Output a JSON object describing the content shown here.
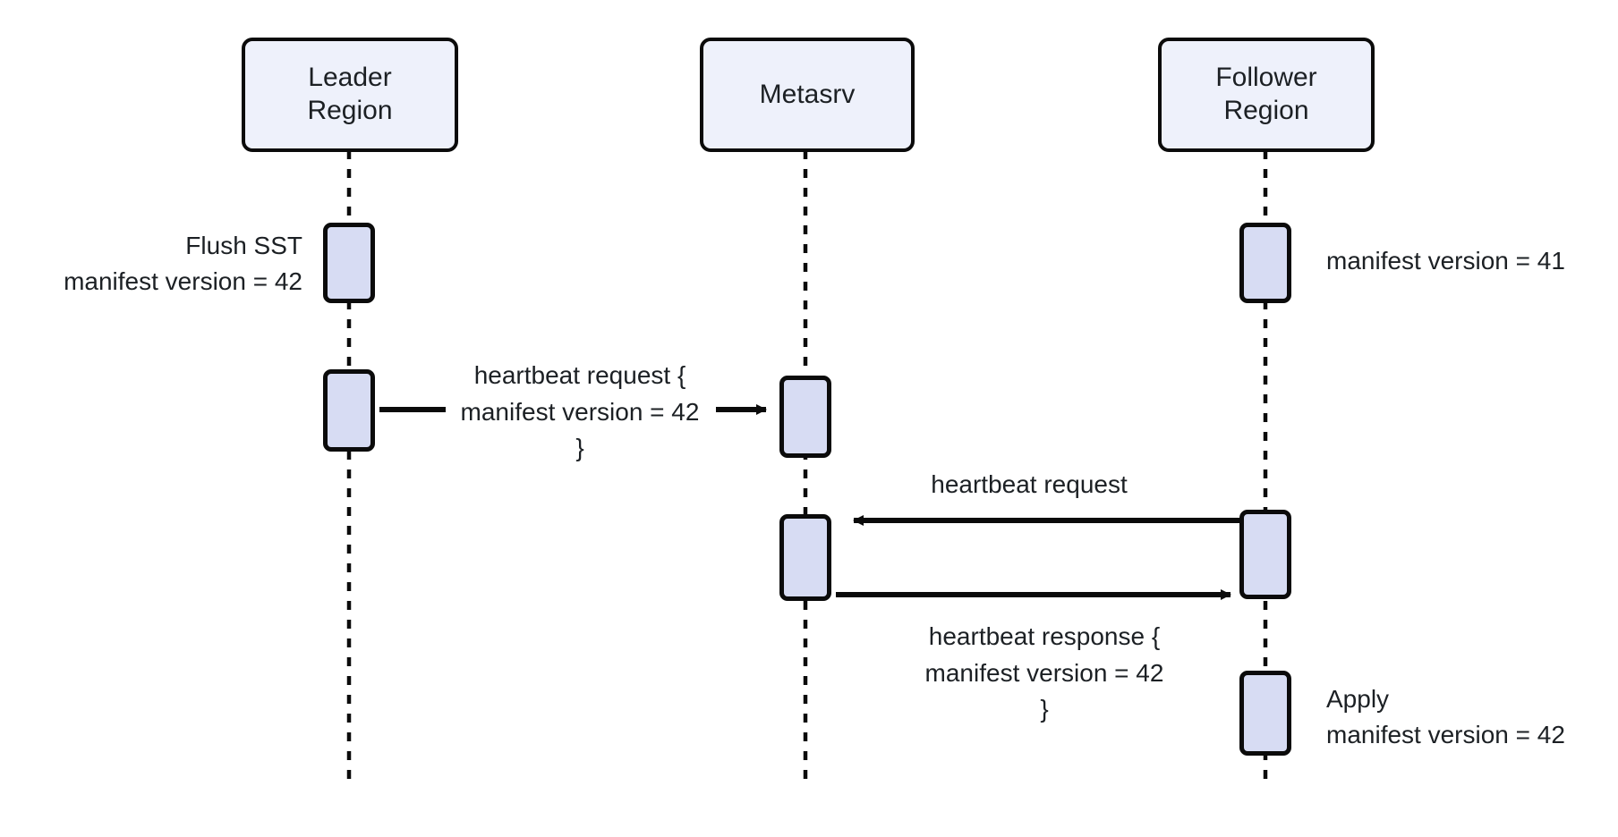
{
  "diagram": {
    "type": "sequence-diagram",
    "background_color": "#ffffff",
    "line_color": "#0b0b0b",
    "participant_fill": "#eef1fb",
    "activation_fill": "#d7dcf3",
    "text_color": "#1c2024",
    "participants": [
      {
        "id": "leader",
        "label": "Leader\nRegion"
      },
      {
        "id": "metasrv",
        "label": "Metasrv"
      },
      {
        "id": "follower",
        "label": "Follower\nRegion"
      }
    ],
    "notes": [
      {
        "id": "flush-sst-note",
        "text": "Flush SST\nmanifest version = 42",
        "side": "left",
        "target": "leader"
      },
      {
        "id": "follower-version-note",
        "text": "manifest version = 41",
        "side": "right",
        "target": "follower"
      },
      {
        "id": "apply-note",
        "text": "Apply\nmanifest version = 42",
        "side": "right",
        "target": "follower"
      }
    ],
    "messages": [
      {
        "id": "leader-to-metasrv-heartbeat",
        "from": "leader",
        "to": "metasrv",
        "direction": "right",
        "label": "heartbeat request {\n    manifest version = 42\n}"
      },
      {
        "id": "follower-to-metasrv-heartbeat",
        "from": "follower",
        "to": "metasrv",
        "direction": "left",
        "label": "heartbeat request"
      },
      {
        "id": "metasrv-to-follower-response",
        "from": "metasrv",
        "to": "follower",
        "direction": "right",
        "label": "heartbeat response {\n    manifest version = 42\n}"
      }
    ]
  }
}
